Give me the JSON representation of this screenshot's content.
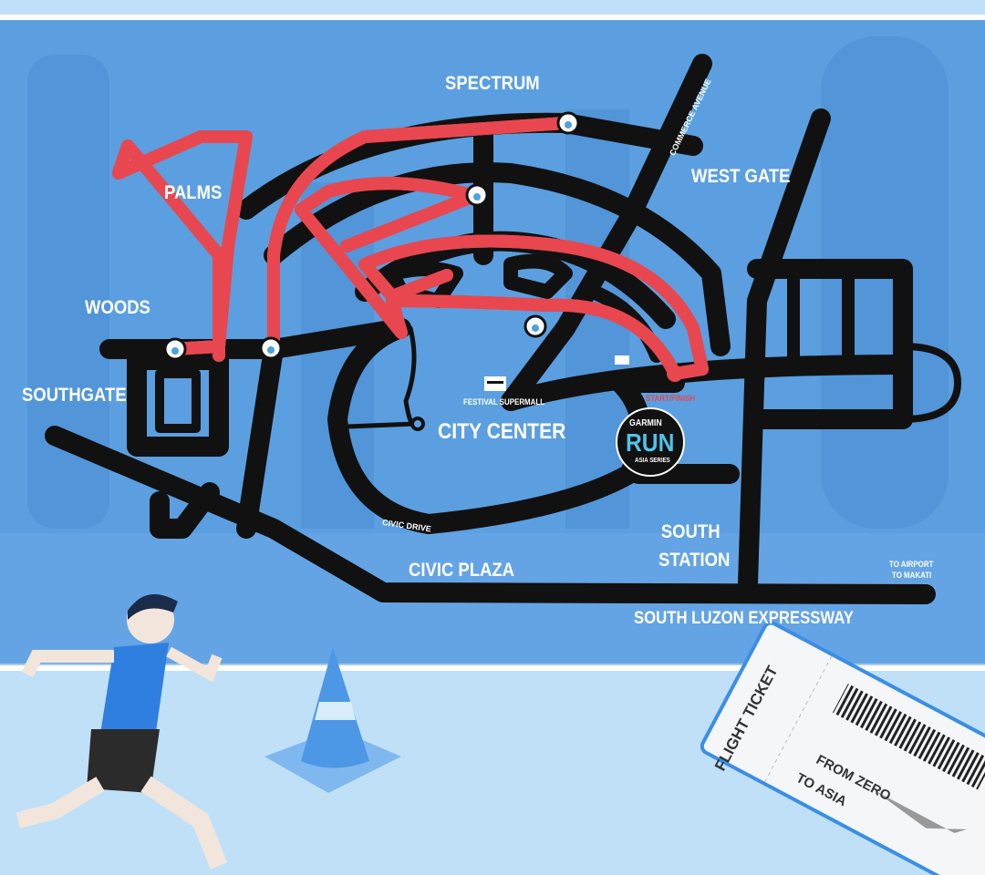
{
  "map": {
    "areas": [
      "SPECTRUM",
      "WEST GATE",
      "PALMS",
      "WOODS",
      "SOUTHGATE",
      "CITY CENTER",
      "CIVIC PLAZA",
      "SOUTH STATION"
    ],
    "roads": [
      "COMMERCE AVENUE",
      "CIVIC DRIVE",
      "SOUTH LUZON EXPRESSWAY"
    ],
    "landmarks": [
      "FESTIVAL SUPERMALL"
    ],
    "start_finish": "START/FINISH",
    "directions": [
      "TO AIRPORT",
      "TO MAKATI"
    ],
    "route_color": "#e8474f",
    "road_color": "#111111",
    "background_color": "#5b9fe0"
  },
  "logo": {
    "brand": "GARMIN",
    "name": "RUN",
    "series": "ASIA SERIES"
  },
  "ticket": {
    "title": "FLIGHT TICKET",
    "line1": "FROM ZERO",
    "line2": "TO ASIA"
  }
}
